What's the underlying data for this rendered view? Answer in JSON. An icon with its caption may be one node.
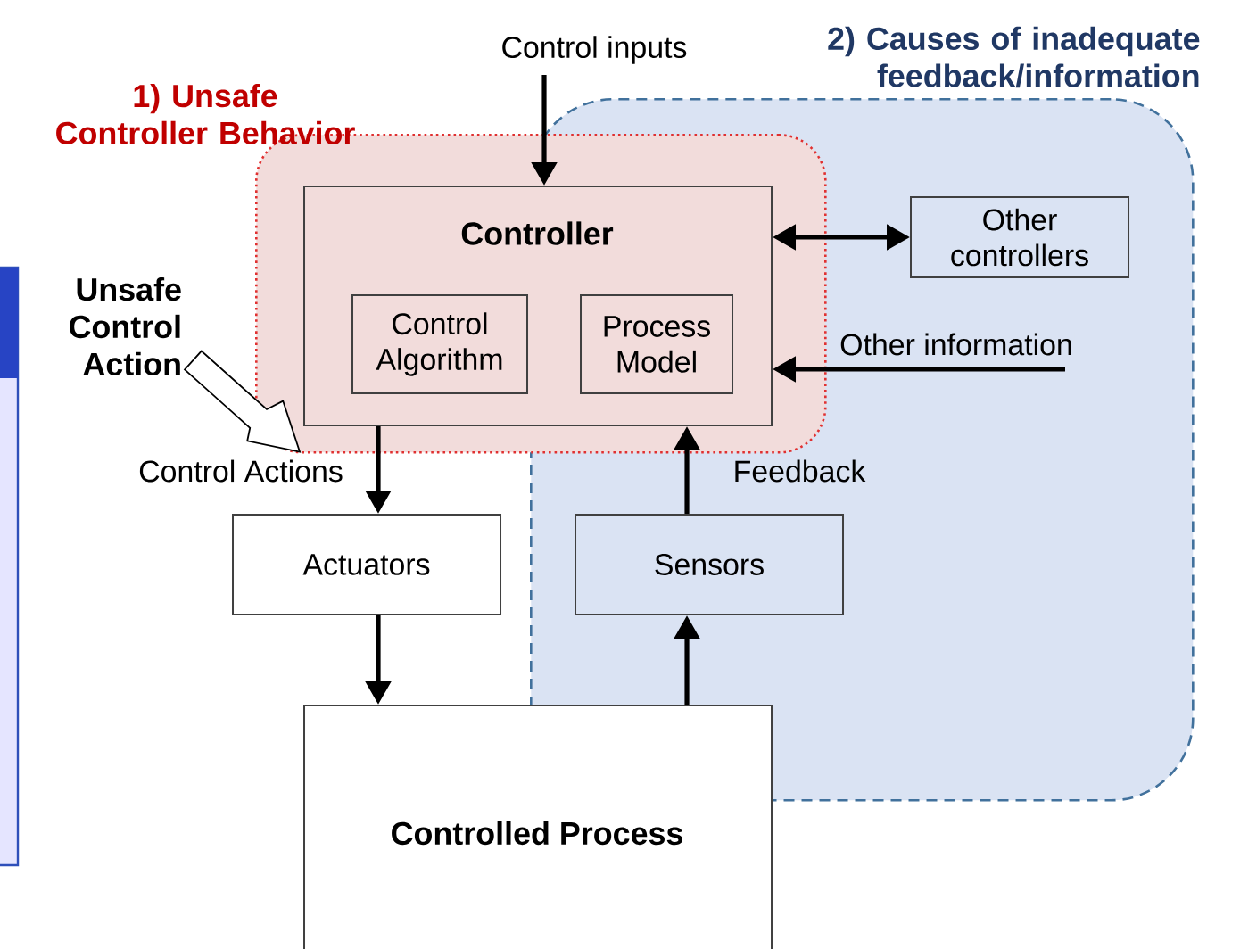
{
  "diagram": {
    "nodes": [
      {
        "text": [
          "1) Unsafe Controller Behavior"
        ]
      },
      {
        "text": [
          "2) Causes of inadequate feedback/information"
        ]
      },
      {
        "text": [
          "Controller"
        ],
        "in": 0
      },
      {
        "text": [
          "Control Algorithm"
        ],
        "in": 2
      },
      {
        "text": [
          "Process Model"
        ]
      },
      {
        "text": [
          "Other controllers"
        ],
        "in": 1
      },
      {
        "text": [
          "Actuators"
        ]
      },
      {
        "text": [
          "Sensors"
        ],
        "in": 1
      },
      {
        "text": [
          "Controlled Process"
        ]
      },
      {
        "text": [
          "Unsafe Control Action"
        ]
      }
    ],
    "edges": [
      {
        "from": null,
        "to": 2,
        "arrow": "to",
        "label": "Control inputs"
      },
      {
        "from": 2,
        "to": 5,
        "arrow": "both"
      },
      {
        "from": null,
        "to": 2,
        "arrow": "to",
        "label": "Other information"
      },
      {
        "from": 9,
        "to": 0,
        "arrow": "to",
        "style": "thick"
      },
      {
        "from": 2,
        "to": 6,
        "arrow": "to",
        "label": "Control Actions"
      },
      {
        "from": 6,
        "to": 8,
        "arrow": "to"
      },
      {
        "from": 8,
        "to": 7,
        "arrow": "to"
      },
      {
        "from": 7,
        "to": 2,
        "arrow": "to",
        "label": "Feedback"
      }
    ]
  }
}
